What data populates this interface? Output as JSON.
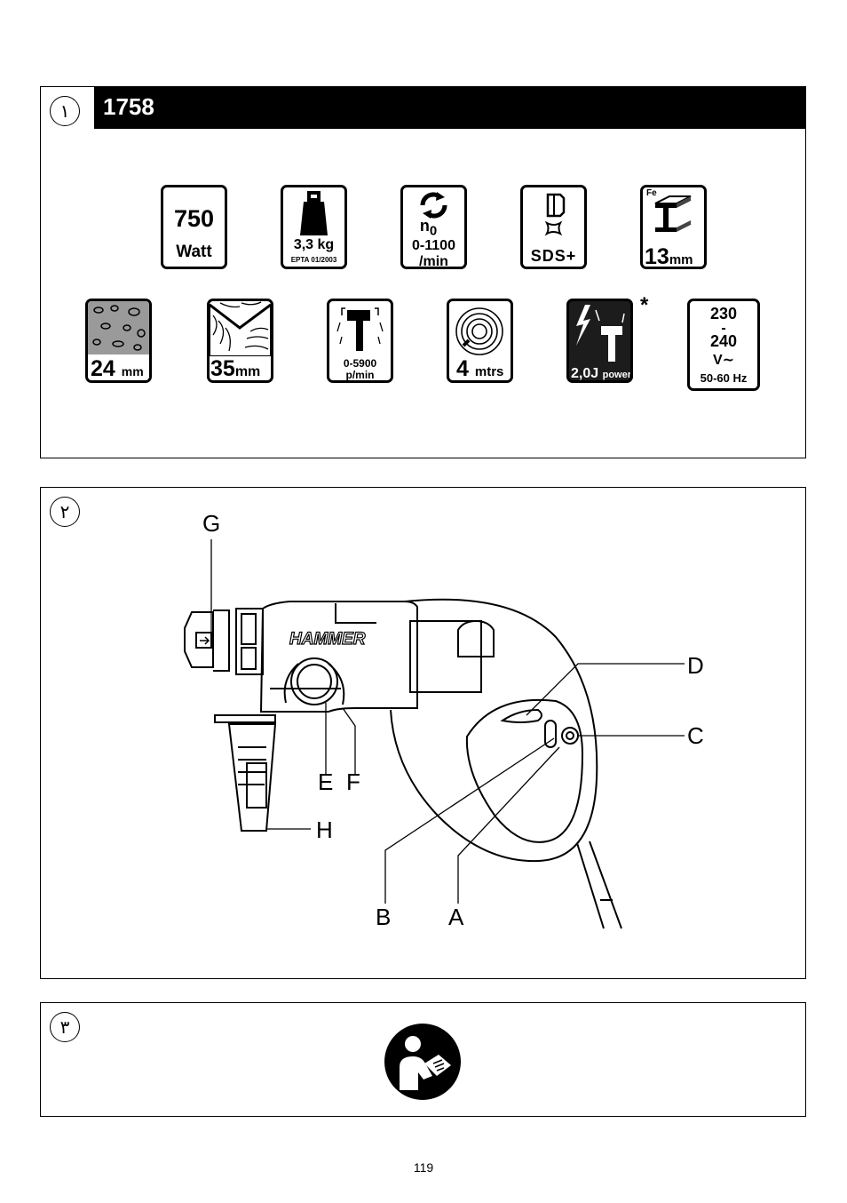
{
  "panel1": {
    "marker": "١",
    "model": "1758",
    "icons": {
      "power": {
        "value": "750",
        "unit": "Watt"
      },
      "weight": {
        "value": "3,3 kg",
        "note": "EPTA 01/2003"
      },
      "speed": {
        "symbol": "n",
        "subscript": "0",
        "value": "0-1100",
        "unit": "/min"
      },
      "chuck": {
        "label": "SDS+"
      },
      "steel": {
        "material": "Fe",
        "value": "13",
        "unit": "mm"
      },
      "concrete": {
        "value": "24",
        "unit": "mm"
      },
      "wood": {
        "value": "35",
        "unit": "mm"
      },
      "impact": {
        "value": "0-5900",
        "unit": "p/min"
      },
      "cable": {
        "value": "4",
        "unit": "mtrs"
      },
      "energy": {
        "value": "2,0J",
        "unit": "power"
      },
      "voltage": {
        "v1": "230",
        "dash": "-",
        "v2": "240",
        "v": "V",
        "tilde": "~",
        "hz": "50-60 Hz"
      }
    },
    "footnote_mark": "*"
  },
  "panel2": {
    "marker": "٢",
    "brand": "HAMMER",
    "labels": {
      "a": "A",
      "b": "B",
      "c": "C",
      "d": "D",
      "e": "E",
      "f": "F",
      "g": "G",
      "h": "H"
    }
  },
  "panel3": {
    "marker": "٣",
    "icon": "read-manual-icon"
  },
  "page_number": "119"
}
